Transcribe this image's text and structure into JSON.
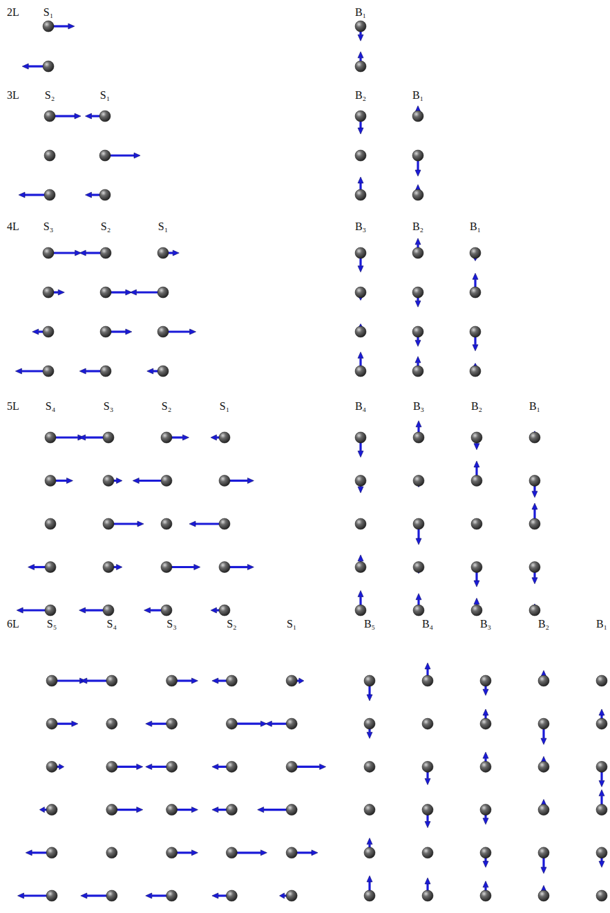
{
  "diagram": {
    "labels": [
      "2L",
      "S₁",
      "B₁",
      "3L",
      "S₂",
      "S₁",
      "B₂",
      "B₁",
      "4L",
      "S₃",
      "S₂",
      "S₁",
      "B₃",
      "B₂",
      "B₁",
      "5L",
      "S₄",
      "S₃",
      "S₂",
      "S₁",
      "B₄",
      "B₃",
      "B₂",
      "B₁",
      "6L",
      "S₅",
      "S₄",
      "S₃",
      "S₂",
      "S₁",
      "B₅",
      "B₄",
      "B₃",
      "B₂",
      "B₁"
    ]
  }
}
